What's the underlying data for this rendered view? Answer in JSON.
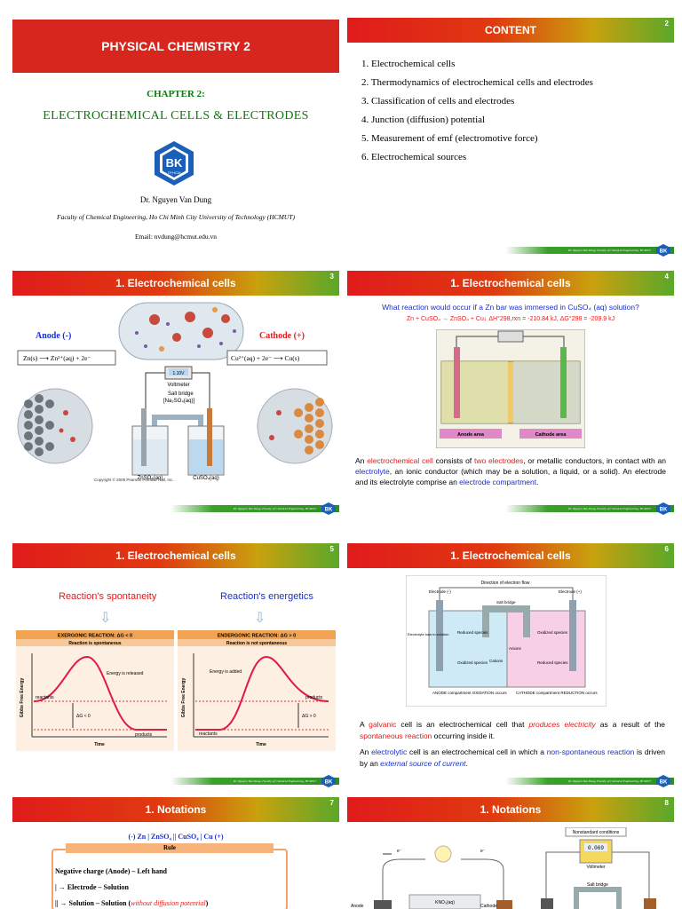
{
  "slide1": {
    "title": "PHYSICAL CHEMISTRY 2",
    "chapter": "CHAPTER 2:",
    "subtitle": "ELECTROCHEMICAL CELLS & ELECTRODES",
    "logo_text": "BK",
    "logo_sub": "TP.HCM",
    "author": "Dr. Nguyen Van Dung",
    "affiliation": "Faculty of Chemical Engineering, Ho Chi Minh City University of Technology (HCMUT)",
    "email": "Email: nvdung@hcmut.edu.vn"
  },
  "slide2": {
    "header": "CONTENT",
    "page": "2",
    "items": [
      "1.  Electrochemical cells",
      "2.  Thermodynamics of electrochemical cells and electrodes",
      "3.  Classification of cells and electrodes",
      "4.  Junction (diffusion) potential",
      "5.  Measurement of emf (electromotive force)",
      "6.  Electrochemical sources"
    ]
  },
  "footer_text": "Dr. Nguyen Van Dung, Faculty of Chemical Engineering, HCMUT",
  "slide3": {
    "header": "1. Electrochemical cells",
    "page": "3",
    "anode": "Anode (-)",
    "cathode": "Cathode (+)",
    "anode_rxn": "Zn(s) ⟶ Zn²⁺(aq) + 2e⁻",
    "cathode_rxn": "Cu²⁺(aq) + 2e⁻ ⟶ Cu(s)",
    "voltmeter": "Voltmeter",
    "reading": "1.10V",
    "salt_bridge": "Salt bridge",
    "salt_bridge_sub": "[Na₂SO₄(aq)]",
    "left_beaker": "ZnSO₄(aq)",
    "right_beaker": "CuSO₄(aq)",
    "copyright": "Copyright © 2005 Pearson Prentice Hall, Inc."
  },
  "slide4": {
    "header": "1. Electrochemical cells",
    "page": "4",
    "question": "What reaction would occur if a Zn bar was immersed in CuSO₄ (aq) solution?",
    "equation": "Zn + CuSO₄ → ZnSO₄ + Cu↓   ΔH°298,rxn = -210.84 kJ,   ΔG°298 = -209.9 kJ",
    "anode_area": "Anode area",
    "cathode_area": "Cathode area",
    "para": [
      {
        "t": "An ",
        "c": ""
      },
      {
        "t": "electrochemical cell",
        "c": "red"
      },
      {
        "t": " consists of ",
        "c": ""
      },
      {
        "t": "two electrodes",
        "c": "red"
      },
      {
        "t": ", or metallic conductors, in contact with an ",
        "c": ""
      },
      {
        "t": "electrolyte",
        "c": "blue"
      },
      {
        "t": ", an ionic conductor (which may be a solution, a liquid, or a solid). An electrode and its electrolyte comprise an ",
        "c": ""
      },
      {
        "t": "electrode compartment",
        "c": "blue"
      },
      {
        "t": ".",
        "c": ""
      }
    ]
  },
  "slide5": {
    "header": "1. Electrochemical cells",
    "page": "5",
    "left_label": "Reaction's spontaneity",
    "right_label": "Reaction's energetics",
    "left_title": "EXERGONIC REACTION: ΔG < 0",
    "left_sub": "Reaction is spontaneous",
    "right_title": "ENDERGONIC REACTION: ΔG > 0",
    "right_sub": "Reaction is not spontaneous",
    "yaxis": "Gibbs Free Energy",
    "xaxis": "Time",
    "reactants": "reactants",
    "products": "products",
    "released": "Energy is released",
    "added": "Energy is added",
    "dg_neg": "ΔG < 0",
    "dg_pos": "ΔG > 0"
  },
  "slide6": {
    "header": "1. Electrochemical cells",
    "page": "6",
    "flow": "Direction of electron flow",
    "electrode_neg": "Electrode (-)",
    "electrode_pos": "Electrode (+)",
    "salt_bridge": "Salt bridge",
    "left_ions": "Electrolyte ions to solution",
    "reduced": "Reduced species",
    "oxidized": "Oxidized species",
    "anions": "Anions",
    "cations": "Cations",
    "anode_comp": "ANODE compartment OXIDATION occurs",
    "cathode_comp": "CATHODE compartment REDUCTION occurs",
    "para1": [
      {
        "t": "A ",
        "c": ""
      },
      {
        "t": "galvanic",
        "c": "red"
      },
      {
        "t": " cell is an electrochemical cell that ",
        "c": ""
      },
      {
        "t": "produces electricity",
        "c": "red-i"
      },
      {
        "t": " as a result of the ",
        "c": ""
      },
      {
        "t": "spontaneous reaction",
        "c": "red"
      },
      {
        "t": " occurring inside it.",
        "c": ""
      }
    ],
    "para2": [
      {
        "t": "An ",
        "c": ""
      },
      {
        "t": "electrolytic",
        "c": "blue"
      },
      {
        "t": " cell is an electrochemical cell in which a ",
        "c": ""
      },
      {
        "t": "non-spontaneous reaction",
        "c": "blue"
      },
      {
        "t": " is driven by an ",
        "c": ""
      },
      {
        "t": "external source of current",
        "c": "blue-i"
      },
      {
        "t": ".",
        "c": ""
      }
    ]
  },
  "slide7": {
    "header": "1. Notations",
    "page": "7",
    "notation": "(-) Zn | ZnSO₄ || CuSO₄ | Cu (+)",
    "rule_title": "Rule",
    "rule1": "Negative charge (Anode) – Left hand",
    "rule2": "| → Electrode – Solution",
    "rule3_a": "|| → Solution – Solution (",
    "rule3_b": "without diffusion potential",
    "rule3_c": ")"
  },
  "slide8": {
    "header": "1. Notations",
    "page": "8",
    "nonstandard": "Nonstandard conditions",
    "reading": "0.069",
    "voltmeter": "Voltmeter",
    "salt_bridge": "Salt bridge",
    "anode": "Anode",
    "cathode": "Cathode",
    "kno3": "KNO₃(aq)"
  }
}
